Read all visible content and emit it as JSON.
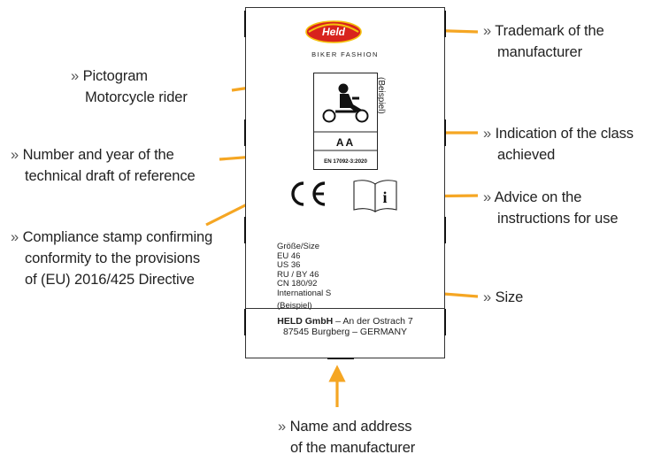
{
  "labels": {
    "prefix": "»",
    "trademark": [
      "Trademark of the",
      "manufacturer"
    ],
    "pictogram": [
      "Pictogram",
      "Motorcycle rider"
    ],
    "class": [
      "Indication of the class",
      "achieved"
    ],
    "number_year": [
      "Number and year of the",
      "technical draft of reference"
    ],
    "advice": [
      "Advice on the",
      "instructions for use"
    ],
    "compliance": [
      "Compliance stamp confirming",
      "conformity to the provisions",
      "of (EU) 2016/425 Directive"
    ],
    "size": [
      "Size"
    ],
    "name_address": [
      "Name and address",
      "of the manufacturer"
    ]
  },
  "card": {
    "logo_text": "Held",
    "brand_tagline": "BIKER FASHION",
    "example_vertical": "(Beispiel)",
    "class_code": "AA",
    "standard": "EN 17092-3:2020",
    "ce_mark": "CE",
    "info_icon_glyph": "i",
    "sizes": [
      "Größe/Size",
      "EU 46",
      "US 36",
      "RU / BY 46",
      "CN 180/92",
      "International S"
    ],
    "size_example": "(Beispiel)",
    "company": "HELD GmbH",
    "address_line1_rest": " – An der Ostrach 7",
    "address_line2": "87545 Burgberg – GERMANY"
  },
  "colors": {
    "arrow": "#f5a623",
    "logo_red": "#d8231d",
    "logo_yellow": "#f4c20d",
    "text": "#222222"
  }
}
